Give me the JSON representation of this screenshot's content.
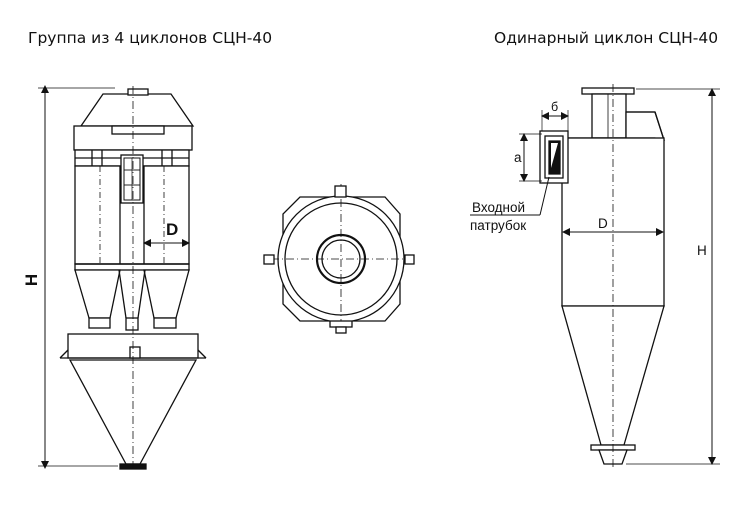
{
  "titles": {
    "group": "Группа из 4 циклонов СЦН-40",
    "single": "Одинарный циклон СЦН-40"
  },
  "group_labels": {
    "height": "H",
    "diameter": "D"
  },
  "single_labels": {
    "a": "а",
    "b": "б",
    "diameter": "D",
    "height": "H",
    "inlet_line1": "Входной",
    "inlet_line2": "патрубок"
  }
}
